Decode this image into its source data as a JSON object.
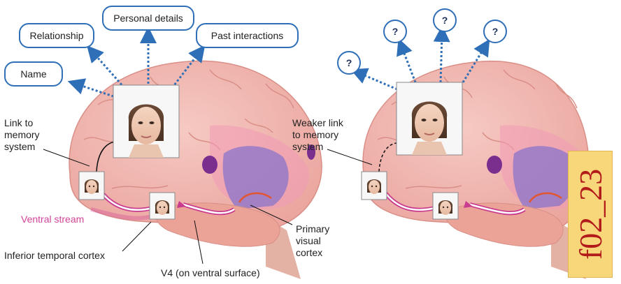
{
  "left_panel": {
    "bubbles": {
      "name": "Name",
      "relationship": "Relationship",
      "personal_details": "Personal details",
      "past_interactions": "Past interactions"
    },
    "labels": {
      "link_to_memory": "Link to memory system",
      "ventral_stream": "Ventral stream",
      "inferior_temporal_cortex": "Inferior temporal cortex",
      "v4": "V4 (on ventral surface)",
      "primary_visual_cortex": "Primary visual cortex"
    }
  },
  "right_panel": {
    "bubbles": [
      "?",
      "?",
      "?",
      "?"
    ],
    "labels": {
      "weaker_link": "Weaker link to memory system"
    }
  },
  "figure_tag": "f02_23",
  "colors": {
    "bubble_border": "#2f6fb7",
    "ventral_stream": "#d4449a",
    "tag_background": "#f7d77a",
    "tag_text": "#b31a1a"
  }
}
